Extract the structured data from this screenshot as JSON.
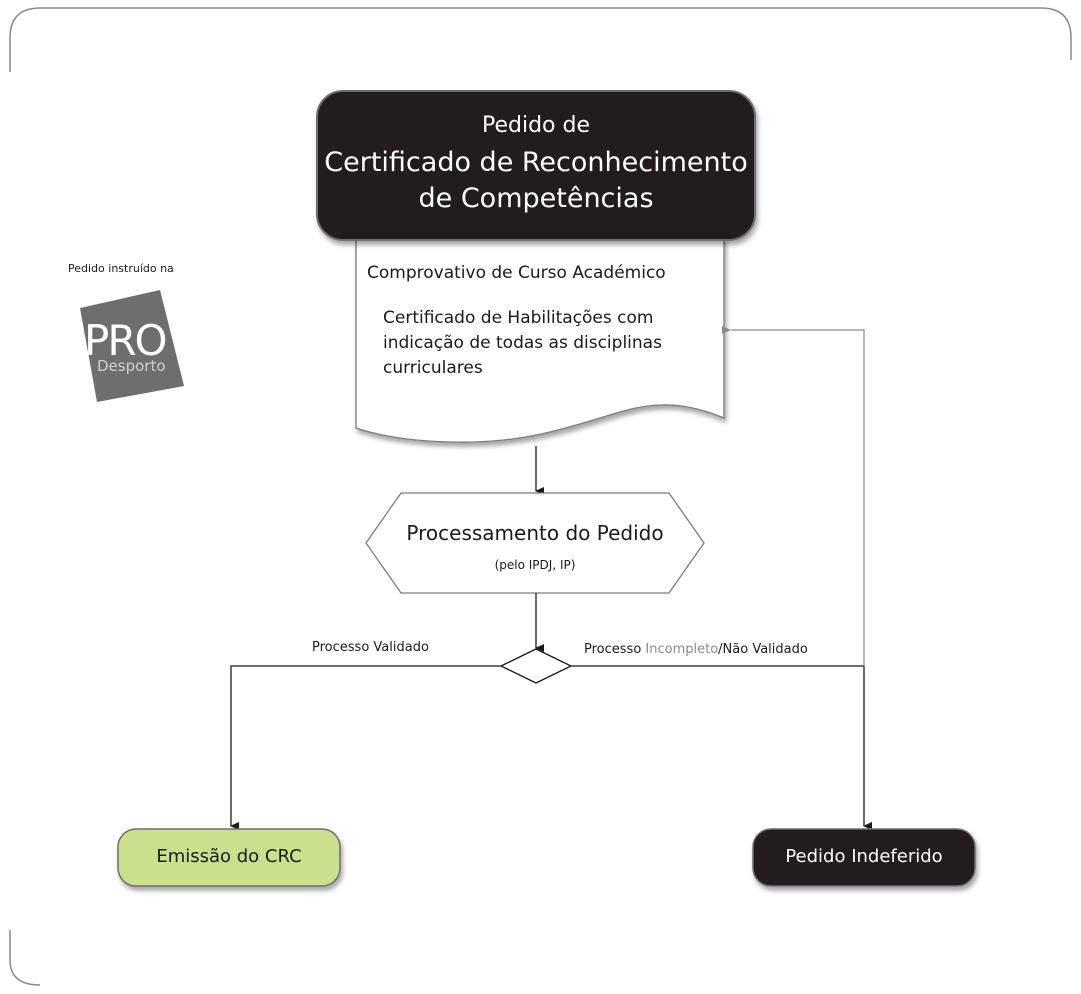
{
  "title_box": {
    "line1": "Pedido de",
    "line2": "Certificado de Reconhecimento",
    "line3": "de Competências"
  },
  "documents": {
    "item1": "Comprovativo de Curso Académico",
    "item2_line1": "Certificado de Habilitações com",
    "item2_line2": "indicação de todas as disciplinas",
    "item2_line3": "curriculares"
  },
  "side_note": {
    "text": "Pedido instruído na",
    "logo_main": "PRO",
    "logo_sub": "Desporto"
  },
  "process": {
    "title": "Processamento do Pedido",
    "subtitle": "(pelo IPDJ, IP)"
  },
  "decision": {
    "left_label": "Processo Validado",
    "right_label_part1": "Processo ",
    "right_label_part2": "Incompleto",
    "right_label_part3": "/Não Validado"
  },
  "outcomes": {
    "approved": "Emissão do CRC",
    "rejected": "Pedido Indeferido"
  },
  "colors": {
    "dark_box": "#231f20",
    "green_box": "#c9e08d",
    "logo_grey": "#6d6e70",
    "muted_text": "#8a8a8a",
    "frame": "#8a8a8a"
  }
}
